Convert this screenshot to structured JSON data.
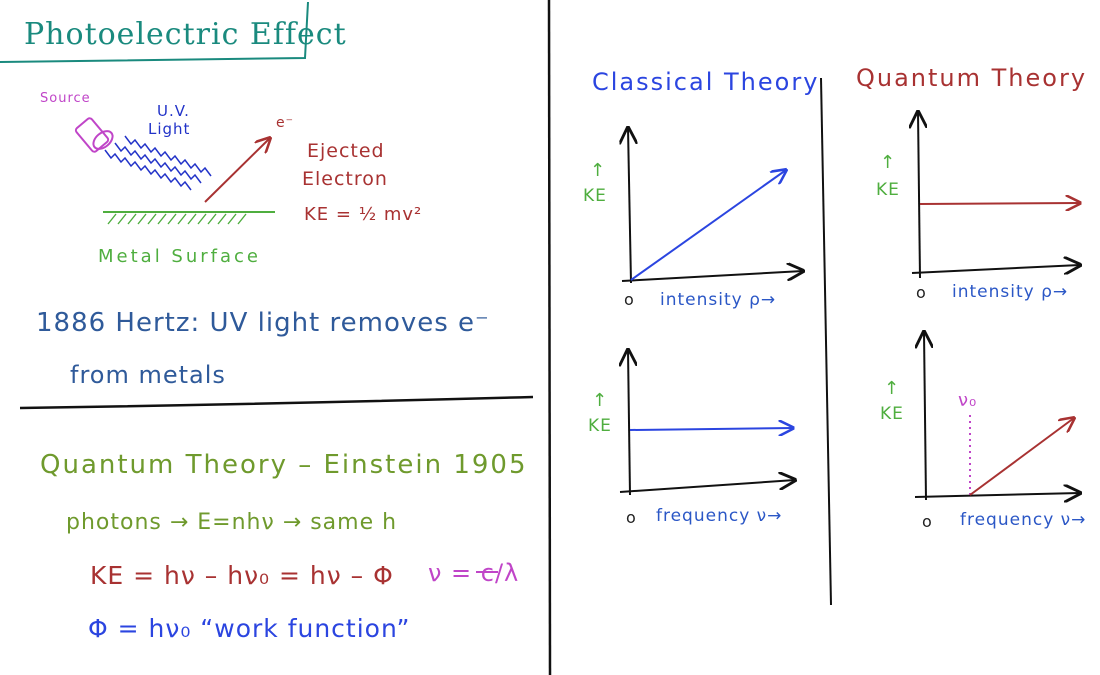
{
  "left": {
    "title": "Photoelectric Effect",
    "diagram": {
      "source_label": "Source",
      "uv_label_1": "U.V.",
      "uv_label_2": "Light",
      "electron_symbol": "e⁻",
      "ejected_1": "Ejected",
      "ejected_2": "Electron",
      "ke_formula": "KE = ½ mv²",
      "surface_label": "Metal Surface"
    },
    "hertz_line1": "1886 Hertz: UV light removes e⁻",
    "hertz_line2": "from metals",
    "einstein_title": "Quantum Theory – Einstein 1905",
    "photons_line": "photons → E=nhν → same h",
    "ke_equation": "KE = hν – hν₀ = hν – Φ",
    "wavelength_eq": "ν = c/λ",
    "work_function_eq": "Φ = hν₀ “work function”"
  },
  "right": {
    "classical_title": "Classical Theory",
    "quantum_title": "Quantum Theory",
    "graphs": {
      "ke_label": "KE",
      "up_arrow": "↑",
      "origin": "o",
      "intensity_axis": "intensity ρ→",
      "frequency_axis": "frequency ν→",
      "threshold": "ν₀"
    }
  },
  "colors": {
    "title_teal": "#1a8a7e",
    "classical_blue": "#2b45e0",
    "quantum_red": "#a83232",
    "ke_green": "#4fae3f",
    "axis_text_blue": "#2b57c6"
  }
}
